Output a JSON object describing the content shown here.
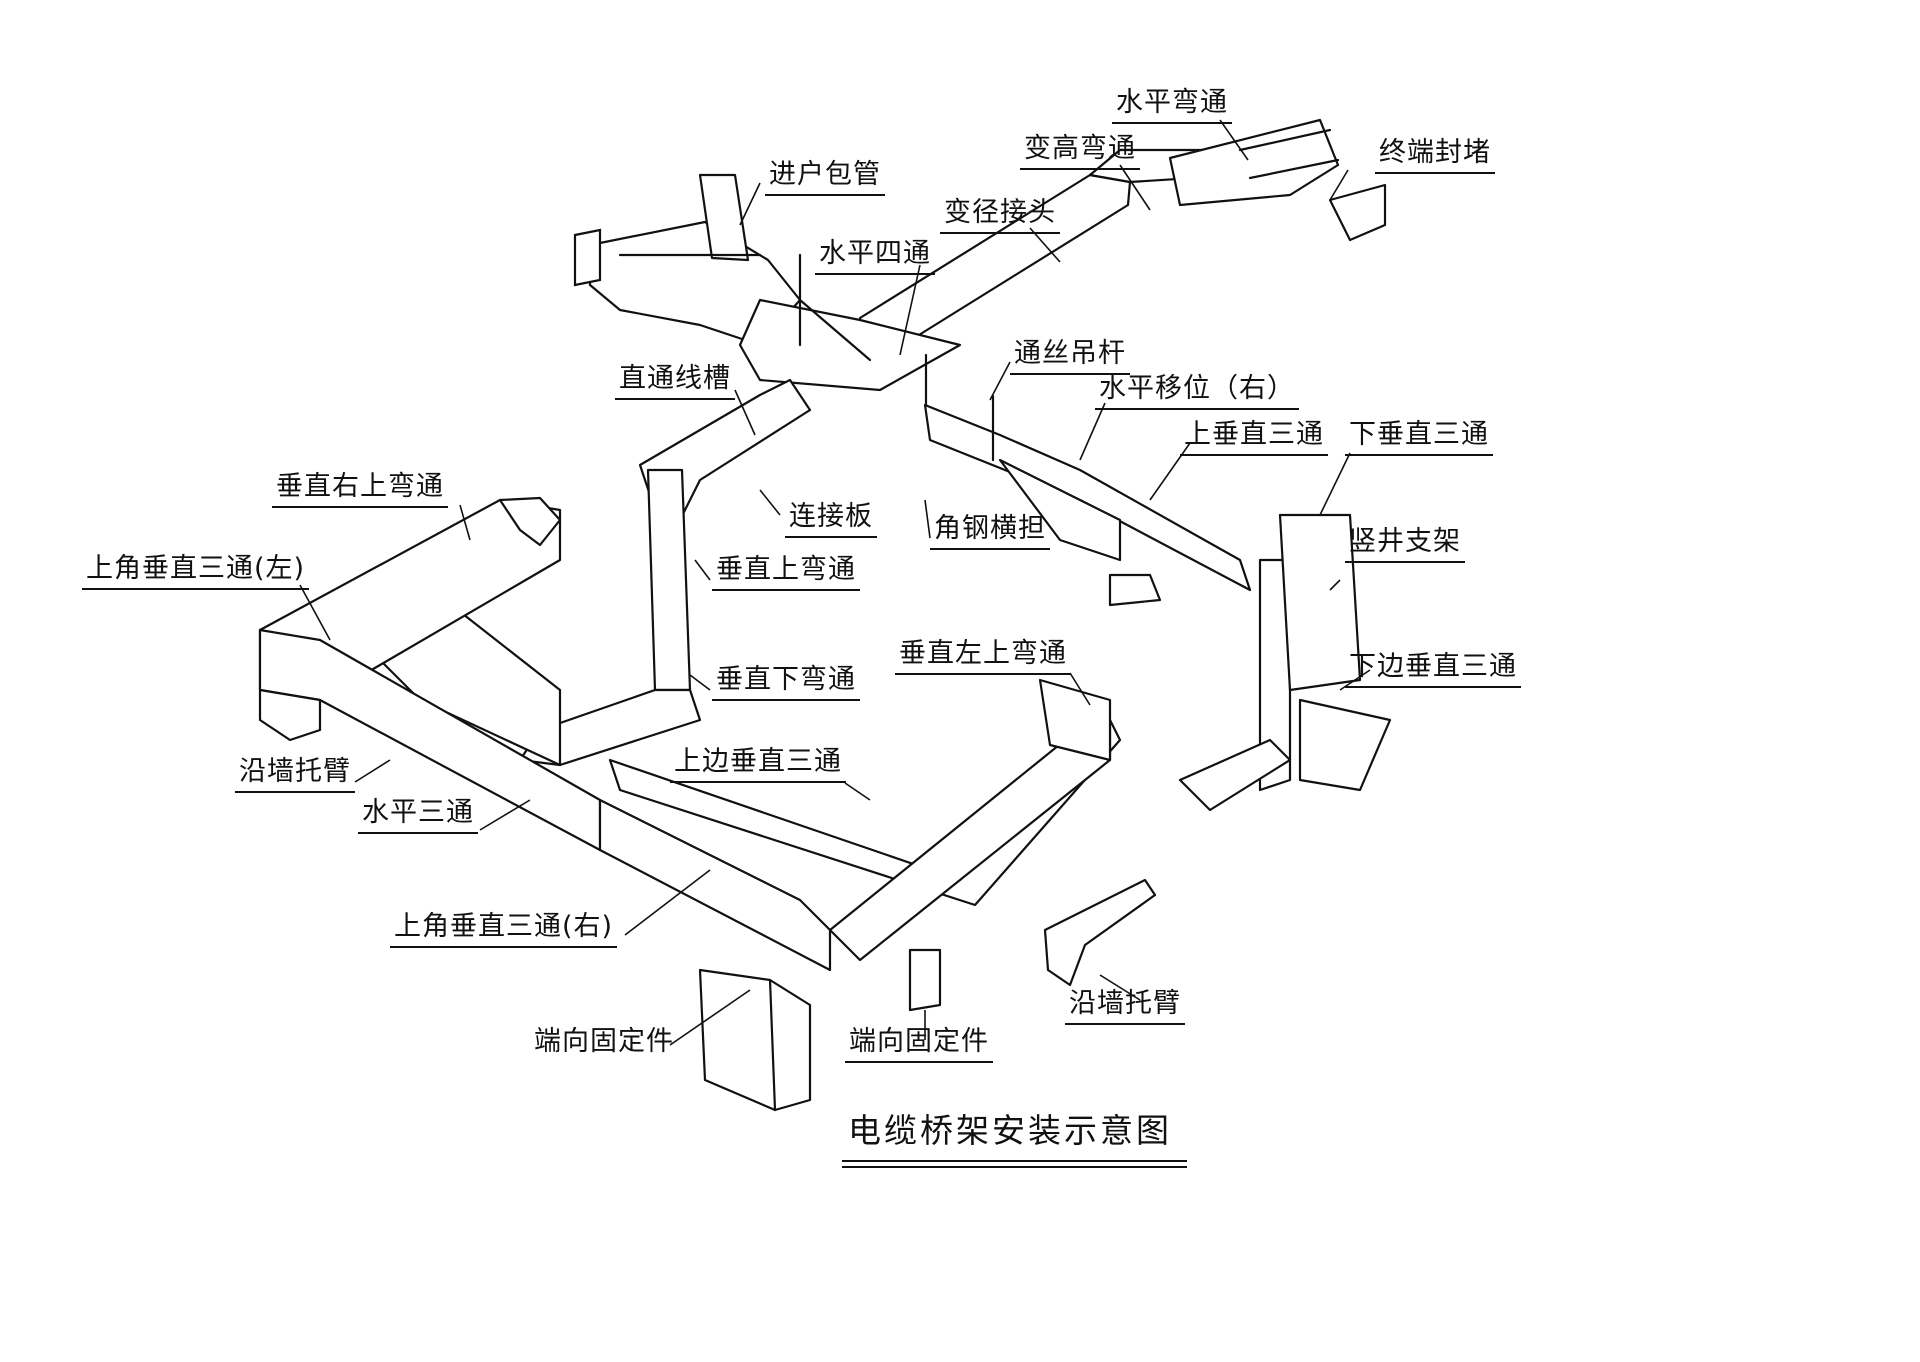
{
  "title": "电缆桥架安装示意图",
  "labels": {
    "horizontal_bend": "水平弯通",
    "height_change_bend": "变高弯通",
    "end_cap": "终端封堵",
    "entry_conduit": "进户包管",
    "reducer": "变径接头",
    "horizontal_cross": "水平四通",
    "threaded_rod": "通丝吊杆",
    "straight_trough": "直通线槽",
    "horizontal_offset_right": "水平移位（右）",
    "upper_vertical_tee": "上垂直三通",
    "lower_vertical_tee": "下垂直三通",
    "vertical_right_up_bend": "垂直右上弯通",
    "connecting_plate": "连接板",
    "angle_steel_crossarm": "角钢横担",
    "shaft_bracket": "竖井支架",
    "upper_corner_vertical_tee_left": "上角垂直三通(左)",
    "vertical_up_bend": "垂直上弯通",
    "vertical_down_bend": "垂直下弯通",
    "vertical_left_up_bend": "垂直左上弯通",
    "lower_side_vertical_tee": "下边垂直三通",
    "wall_bracket_1": "沿墙托臂",
    "upper_side_vertical_tee": "上边垂直三通",
    "horizontal_tee": "水平三通",
    "upper_corner_vertical_tee_right": "上角垂直三通(右)",
    "end_fixture_1": "端向固定件",
    "end_fixture_2": "端向固定件",
    "wall_bracket_2": "沿墙托臂"
  }
}
